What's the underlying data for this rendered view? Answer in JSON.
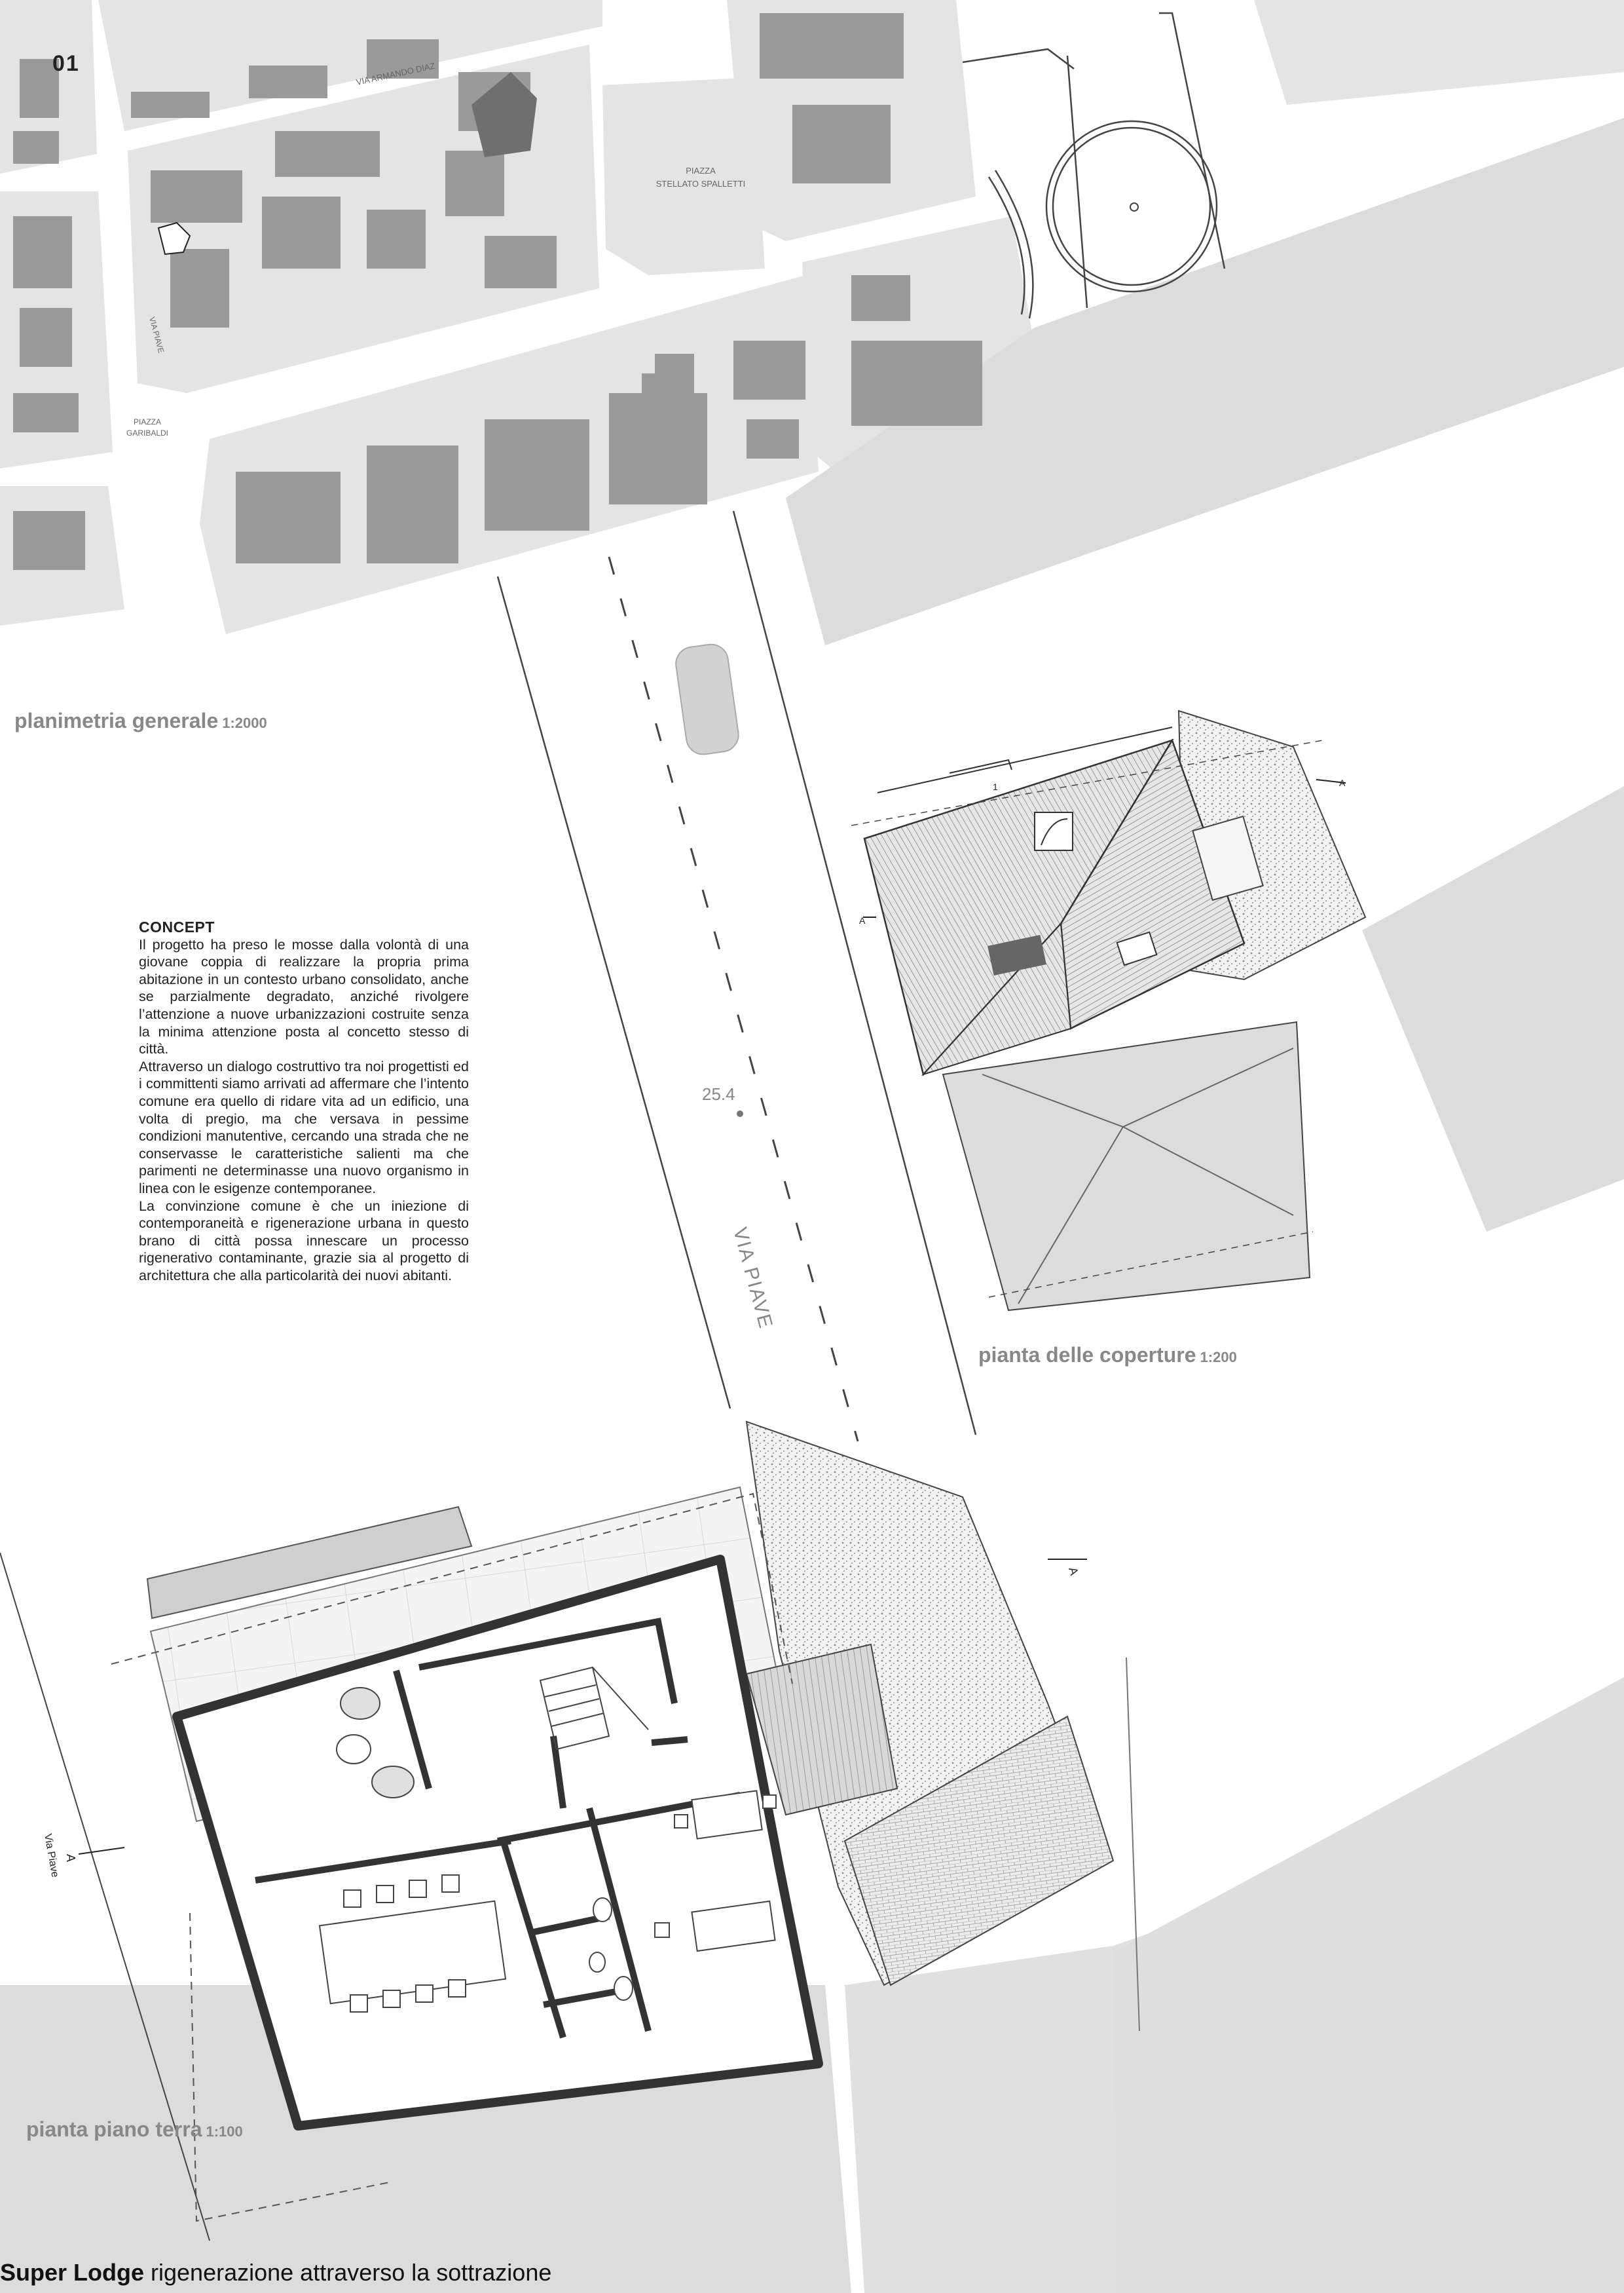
{
  "sheet": {
    "number": "01"
  },
  "project": {
    "name": "Super Lodge",
    "subtitle": "rigenerazione attraverso la sottrazione"
  },
  "captions": {
    "site_plan": {
      "label": "planimetria generale",
      "scale": "1:2000"
    },
    "roof_plan": {
      "label": "pianta delle coperture",
      "scale": "1:200"
    },
    "ground_floor": {
      "label": "pianta piano terra",
      "scale": "1:100"
    }
  },
  "site_plan_labels": {
    "armando_diaz": "VIA ARMANDO DIAZ",
    "piazza_stellato_line1": "PIAZZA",
    "piazza_stellato_line2": "STELLATO SPALLETTI",
    "via_piave_small": "VIA PIAVE",
    "piazza_garibaldi_line1": "PIAZZA",
    "piazza_garibaldi_line2": "GARIBALDI"
  },
  "roof_plan_labels": {
    "spot_height": "25.4",
    "street": "VIA PIAVE",
    "section_left": "A",
    "section_right": "A",
    "ridge_tag": "1"
  },
  "ground_floor_labels": {
    "section_left": "A",
    "section_right": "A",
    "street": "Via Piave"
  },
  "concept": {
    "heading": "CONCEPT",
    "paragraphs": [
      "Il progetto ha preso le mosse dalla volontà di una giovane coppia di realizzare la propria prima abitazione in un contesto urbano consolidato, anche se parzialmente degradato, anziché rivolgere l’attenzione a nuove urbanizzazioni costruite senza la minima attenzione posta al concetto stesso di città.",
      "Attraverso un dialogo costruttivo tra noi progettisti ed i committenti siamo arrivati ad affermare che l’intento comune era quello di ridare vita ad un edificio, una volta di pregio, ma che versava in pessime condizioni manutentive, cercando una strada che ne conservasse le caratteristiche salienti ma che parimenti ne determinasse una nuovo organismo in linea con le esigenze contemporanee.",
      "La convinzione comune è che un iniezione di contemporaneità e rigenerazione urbana in questo brano di città possa innescare un processo rigenerativo contaminante, grazie sia al progetto di architettura che alla particolarità dei nuovi abitanti."
    ]
  },
  "colors": {
    "block": "#e4e4e4",
    "building": "#9a9a9a",
    "ground": "#dcdcdc",
    "line": "#444444"
  },
  "icons": {
    "north_arrow": "north-arrow-icon"
  }
}
